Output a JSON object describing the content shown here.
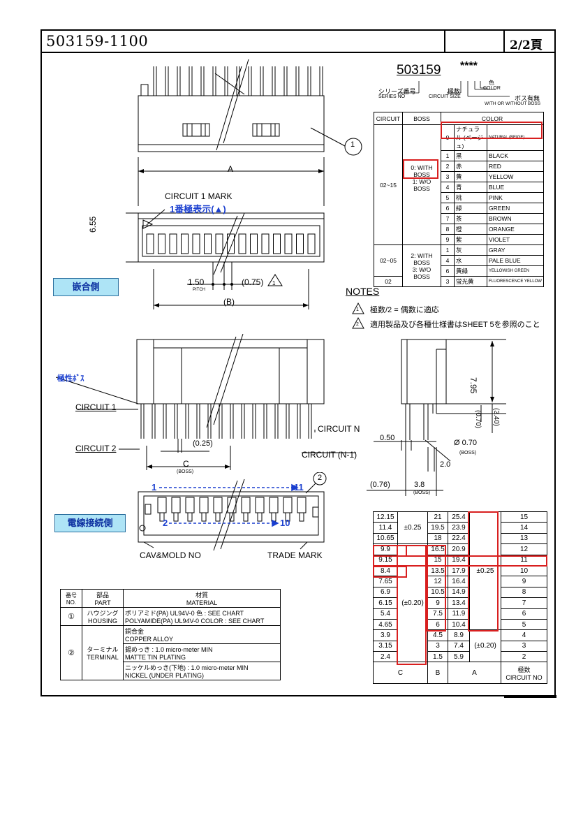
{
  "header": {
    "title": "503159-1100",
    "page": "2/2頁"
  },
  "part_code": {
    "base": "503159",
    "suffix": "****",
    "series_jp": "シリーズ番号",
    "series_en": "SERIES NO",
    "circuit_jp": "極数",
    "circuit_en": "CIRCUIT SIZE",
    "color_jp": "色",
    "color_en": "COLOR",
    "boss_jp": "ボス有無",
    "boss_en": "WITH OR WITHOUT BOSS"
  },
  "color_table": {
    "headers": [
      "CIRCUIT",
      "BOSS",
      "COLOR"
    ],
    "rows": [
      {
        "code": "0",
        "jp": "ナチュラル (ベージュ)",
        "en": "NATURAL (BEIGE)"
      },
      {
        "code": "1",
        "jp": "黒",
        "en": "BLACK"
      },
      {
        "code": "2",
        "jp": "赤",
        "en": "RED"
      },
      {
        "code": "3",
        "jp": "黄",
        "en": "YELLOW"
      },
      {
        "code": "4",
        "jp": "青",
        "en": "BLUE"
      },
      {
        "code": "5",
        "jp": "桃",
        "en": "PINK"
      },
      {
        "code": "6",
        "jp": "緑",
        "en": "GREEN"
      },
      {
        "code": "7",
        "jp": "茶",
        "en": "BROWN"
      },
      {
        "code": "8",
        "jp": "橙",
        "en": "ORANGE"
      },
      {
        "code": "9",
        "jp": "紫",
        "en": "VIOLET"
      },
      {
        "code": "1",
        "jp": "灰",
        "en": "GRAY"
      },
      {
        "code": "4",
        "jp": "水",
        "en": "PALE BLUE"
      },
      {
        "code": "6",
        "jp": "黄緑",
        "en": "YELLOWISH GREEN"
      },
      {
        "code": "3",
        "jp": "蛍光黄",
        "en": "FLUORESCENCE YELLOW"
      }
    ],
    "circuit_groups": [
      "02~15",
      "02~05",
      "02"
    ],
    "boss_a1": "0: WITH BOSS",
    "boss_a2": "1: W/O BOSS",
    "boss_b1": "2: WITH BOSS",
    "boss_b2": "3: W/O BOSS"
  },
  "front_view": {
    "callout_1": "1",
    "dim_a": "A",
    "circuit1_mark": "CIRCUIT 1 MARK",
    "circuit1_mark_jp": "1番極表示(▲)",
    "dim_655": "6.55",
    "pitch_val": "1.50",
    "pitch_label": "PITCH",
    "dim_075": "(0.75)",
    "note_1": "1",
    "dim_b": "(B)",
    "label_mating": "嵌合側"
  },
  "notes": {
    "title": "NOTES",
    "n1_num": "1",
    "n1": "極数/2 = 偶数に適応",
    "n2_num": "2",
    "n2": "適用製品及び各種仕様書はSHEET 5を参照のこと"
  },
  "side_view": {
    "polar_boss": "極性ﾎﾞｽ",
    "circuit_1": "CIRCUIT 1",
    "circuit_2": "CIRCUIT 2",
    "circuit_n": "CIRCUIT N",
    "circuit_n1": "CIRCUIT (N-1)",
    "dim_025": "(0.25)",
    "dim_c": "C",
    "boss": "(BOSS)"
  },
  "right_view": {
    "dim_795": "7.95",
    "dim_070": "(0.70)",
    "dim_340": "(3.40)",
    "dim_050": "0.50",
    "dim_phi": "Ø 0.70",
    "boss": "(BOSS)",
    "dim_20": "2.0",
    "dim_076": "(0.76)",
    "dim_38": "3.8",
    "boss2": "(BOSS)"
  },
  "bottom_view": {
    "n1": "1",
    "n11": "11",
    "n2": "2",
    "n10": "10",
    "callout_2": "2",
    "label_wire": "電線接続側",
    "cav": "CAV&MOLD NO",
    "trade": "TRADE MARK"
  },
  "material_table": {
    "h_no_jp": "番号",
    "h_no_en": "NO.",
    "h_part_jp": "部品",
    "h_part_en": "PART",
    "h_mat_jp": "材質",
    "h_mat_en": "MATERIAL",
    "r1_no": "①",
    "r1_part_jp": "ハウジング",
    "r1_part_en": "HOUSING",
    "r1_mat_a": "ポリアミド(PA)  UL94V-0 色 : SEE CHART",
    "r1_mat_b": "POLYAMIDE(PA) UL94V-0 COLOR : SEE CHART",
    "r2_no": "②",
    "r2_part_jp": "ターミナル",
    "r2_part_en": "TERMINAL",
    "r2_mat_a": "銅合金",
    "r2_mat_b": "COPPER ALLOY",
    "r2_mat_c": "錫めっき   : 1.0 micro-meter MIN",
    "r2_mat_d": "MATTE TIN PLATING",
    "r2_mat_e": "ニッケルめっき(下地) : 1.0 micro-meter MIN",
    "r2_mat_f": "NICKEL (UNDER PLATING)"
  },
  "dim_table": {
    "rows": [
      {
        "c": "12.15",
        "b": "21",
        "a": "25.4",
        "n": "15"
      },
      {
        "c": "11.4",
        "b": "19.5",
        "a": "23.9",
        "n": "14"
      },
      {
        "c": "10.65",
        "b": "18",
        "a": "22.4",
        "n": "13"
      },
      {
        "c": "9.9",
        "b": "16.5",
        "a": "20.9",
        "n": "12"
      },
      {
        "c": "9.15",
        "b": "15",
        "a": "19.4",
        "n": "11"
      },
      {
        "c": "8.4",
        "b": "13.5",
        "a": "17.9",
        "n": "10"
      },
      {
        "c": "7.65",
        "b": "12",
        "a": "16.4",
        "n": "9"
      },
      {
        "c": "6.9",
        "b": "10.5",
        "a": "14.9",
        "n": "8"
      },
      {
        "c": "6.15",
        "b": "9",
        "a": "13.4",
        "n": "7"
      },
      {
        "c": "5.4",
        "b": "7.5",
        "a": "11.9",
        "n": "6"
      },
      {
        "c": "4.65",
        "b": "6",
        "a": "10.4",
        "n": "5"
      },
      {
        "c": "3.9",
        "b": "4.5",
        "a": "8.9",
        "n": "4"
      },
      {
        "c": "3.15",
        "b": "3",
        "a": "7.4",
        "n": "3"
      },
      {
        "c": "2.4",
        "b": "1.5",
        "a": "5.9",
        "n": "2"
      }
    ],
    "tol_top": "±0.25",
    "tol_c": "(±0.20)",
    "tol_a": "±0.25",
    "tol_a2": "(±0.20)",
    "foot_c": "C",
    "foot_b": "B",
    "foot_a": "A",
    "foot_n_jp": "極数",
    "foot_n_en": "CIRCUIT NO"
  },
  "colors": {
    "highlight": "#d81f1f",
    "label_bg": "#aee4f6",
    "label_text": "#0b2fa0",
    "dim_blue": "#1a3fcf"
  }
}
